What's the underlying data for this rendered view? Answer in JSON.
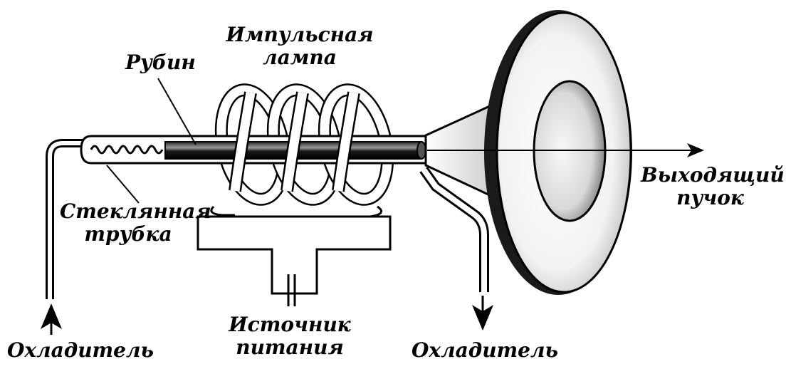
{
  "labels": {
    "lamp_line1": "Импульсная",
    "lamp_line2": "лампа",
    "ruby": "Рубин",
    "glass_line1": "Стеклянная",
    "glass_line2": "трубка",
    "beam_line1": "Выходящий",
    "beam_line2": "пучок",
    "power_line1": "Источник",
    "power_line2": "питания",
    "coolant_left": "Охладитель",
    "coolant_right": "Охладитель"
  },
  "colors": {
    "ink": "#000000",
    "paper": "#ffffff",
    "shade": "#7a7a7a",
    "dark": "#1a1a1a"
  }
}
